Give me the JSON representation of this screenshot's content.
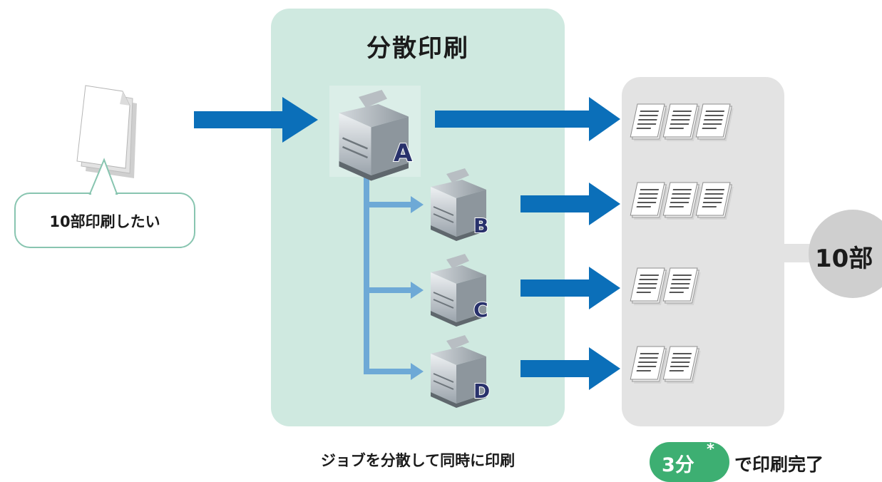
{
  "diagram": {
    "title": "分散印刷",
    "request_bubble": "10部印刷したい",
    "printers": [
      {
        "id": "printer-a",
        "letter": "A"
      },
      {
        "id": "printer-b",
        "letter": "B"
      },
      {
        "id": "printer-c",
        "letter": "C"
      },
      {
        "id": "printer-d",
        "letter": "D"
      }
    ],
    "output_stacks": [
      3,
      3,
      2,
      2
    ],
    "total_copies": "10部",
    "caption_distribution": "ジョブを分散して同時に印刷",
    "completion": {
      "time": "3分",
      "footnote": "*",
      "suffix": "で印刷完了"
    },
    "colors": {
      "distribution_panel": "#cfe9e0",
      "output_panel": "#e3e3e3",
      "main_arrow": "#0b6fb9",
      "branch_arrow": "#6ea9d6",
      "letter_fill": "#28316b",
      "badge": "#3daf72",
      "bubble_border": "#88c5b0"
    }
  }
}
